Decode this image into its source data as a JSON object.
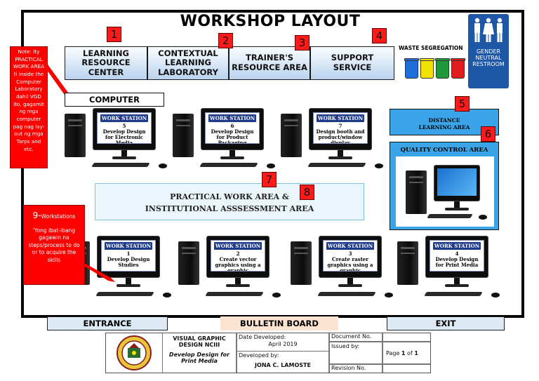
{
  "title": "WORKSHOP LAYOUT",
  "areas": [
    {
      "num": "1",
      "label": "LEARNING\nRESOURCE\nCENTER"
    },
    {
      "num": "2",
      "label": "CONTEXTUAL\nLEARNING\nLABORATORY"
    },
    {
      "num": "3",
      "label": "TRAINER'S\nRESOURCE AREA"
    },
    {
      "num": "4",
      "label": "SUPPORT\nSERVICE"
    }
  ],
  "waste": {
    "label": "WASTE SEGREGATION",
    "colors": [
      "#1e6fd9",
      "#f2e200",
      "#1f9a3a",
      "#e11d1d"
    ]
  },
  "restroom": {
    "line1": "GENDER",
    "line2": "NEUTRAL",
    "line3": "RESTROOM",
    "bg": "#1d57a6"
  },
  "note": {
    "text": "Note: Ity PRACTICAL WORK AREA ti inside the Computer Laboratory dahil VGD ito, gagamit ng mga computer pag nag lay-out ng mga Tarps and etc."
  },
  "computer_label": "COMPUTER",
  "distance": {
    "num": "5",
    "label": "DISTANCE\nLEARNING AREA"
  },
  "quality": {
    "num": "6",
    "label": "QUALITY CONTROL AREA"
  },
  "practical": {
    "num7": "7",
    "num8": "8",
    "line1": "PRACTICAL WORK AREA &",
    "line2": "INSTITUTIONAL ASSSESSMENT AREA"
  },
  "workstation_note": {
    "num": "9-",
    "title": "Workstations",
    "text": "'Yong ibat-ibang gagawin na steps/process to do or to acquire the skills"
  },
  "stations_top": [
    {
      "title": "WORK STATION",
      "num": "5",
      "task": "Develop Design for Electronic Media"
    },
    {
      "title": "WORK STATION",
      "num": "6",
      "task": "Develop Design for Product Packaging"
    },
    {
      "title": "WORK STATION",
      "num": "7",
      "task": "Design booth and product/window display"
    }
  ],
  "stations_bottom": [
    {
      "title": "WORK STATION",
      "num": "1",
      "task": "Develop Design Studies"
    },
    {
      "title": "WORK STATION",
      "num": "2",
      "task": "Create vector graphics using a graphic application"
    },
    {
      "title": "WORK STATION",
      "num": "3",
      "task": "Create raster graphics using a graphic application"
    },
    {
      "title": "WORK STATION",
      "num": "4",
      "task": "Develop Design for Print Media"
    }
  ],
  "bars": {
    "entrance": "ENTRANCE",
    "bulletin": "BULLETIN BOARD",
    "exit": "EXIT"
  },
  "footer": {
    "course_line1": "VISUAL GRAPHIC",
    "course_line2": "DESIGN NCIII",
    "module_line1": "Develop Design for",
    "module_line2": "Print Media",
    "date_label": "Date Developed:",
    "date_value": "April 2019",
    "developed_by_label": "Developed by:",
    "developer": "JONA C. LAMOSTE",
    "doc_label": "Document No.",
    "issued_label": "Issued by:",
    "revision_label": "Revision No.",
    "page_prefix": "Page",
    "page_num": "1",
    "page_of": "of",
    "page_total": "1"
  }
}
